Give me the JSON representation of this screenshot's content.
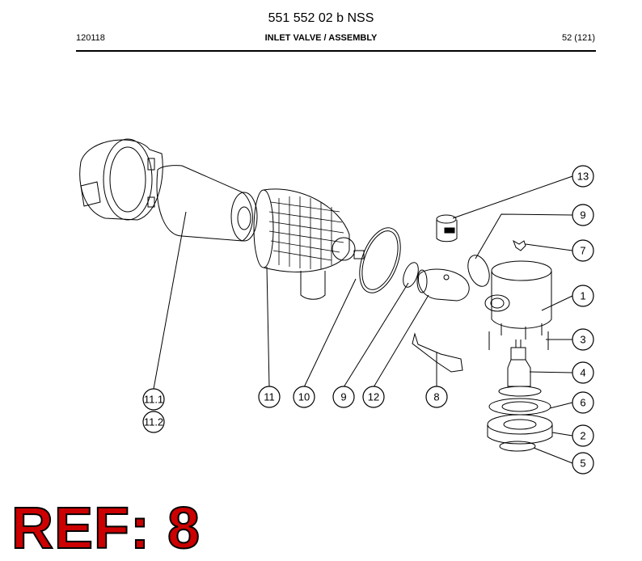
{
  "header": {
    "document_number": "551 552 02 b NSS",
    "code": "120118",
    "section_title": "INLET VALVE / ASSEMBLY",
    "page": "52 (121)"
  },
  "callouts": [
    "13",
    "9",
    "7",
    "1",
    "3",
    "4",
    "6",
    "2",
    "5",
    "11.1",
    "11.2",
    "11",
    "10",
    "9",
    "12",
    "8"
  ],
  "reference_label": "REF: 8",
  "colors": {
    "reference_fill": "#cc0000",
    "line": "#000000"
  }
}
